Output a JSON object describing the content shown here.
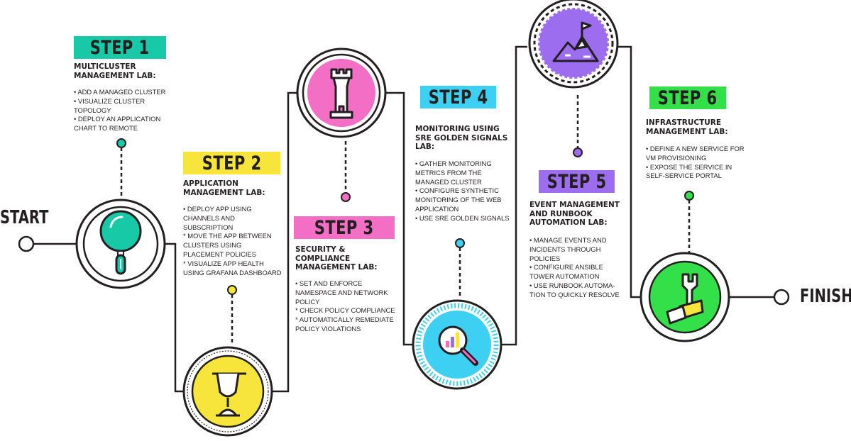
{
  "colors": {
    "line": "#231f20",
    "teal": "#18c9a8",
    "yellow": "#f7e53c",
    "pink": "#f36fc6",
    "blue": "#3ed0f2",
    "purple": "#9d6df0",
    "green": "#34e04a"
  },
  "labels": {
    "start": "START",
    "finish": "FINISH"
  },
  "steps": [
    {
      "badge": "STEP 1",
      "color": "#18c9a8",
      "icon": "magnifier-icon",
      "title": [
        "MULTICLUSTER",
        "MANAGEMENT LAB:"
      ],
      "bullets": [
        "• ADD A MANAGED CLUSTER",
        "• VISUALIZE CLUSTER",
        "TOPOLOGY",
        "• DEPLOY AN APPLICATION",
        "CHART TO REMOTE"
      ]
    },
    {
      "badge": "STEP 2",
      "color": "#f7e53c",
      "icon": "trophy-icon",
      "title": [
        "APPLICATION",
        "MANAGEMENT LAB:"
      ],
      "bullets": [
        "• DEPLOY APP USING",
        "CHANNELS AND",
        "SUBSCRIPTION",
        "* MOVE THE APP BETWEEN",
        "CLUSTERS USING",
        "PLACEMENT POLICIES",
        "* VISUALIZE APP HEALTH",
        "USING GRAFANA DASHBOARD"
      ]
    },
    {
      "badge": "STEP 3",
      "color": "#f36fc6",
      "icon": "rook-tower-icon",
      "title": [
        "SECURITY &",
        "COMPLIANCE",
        "MANAGEMENT LAB:"
      ],
      "bullets": [
        "• SET AND ENFORCE",
        "NAMESPACE AND NETWORK",
        "POLICY",
        "* CHECK POLICY COMPLIANCE",
        "* AUTOMATICALLY REMEDIATE",
        "POLICY VIOLATIONS"
      ]
    },
    {
      "badge": "STEP 4",
      "color": "#3ed0f2",
      "icon": "chart-magnifier-icon",
      "title": [
        "MONITORING USING",
        "SRE GOLDEN SIGNALS",
        "LAB:"
      ],
      "bullets": [
        "• GATHER MONITORING",
        "METRICS FROM THE",
        "MANAGED CLUSTER",
        "• CONFIGURE SYNTHETIC",
        "MONITORING OF THE WEB",
        "APPLICATION",
        "• USE SRE GOLDEN SIGNALS"
      ]
    },
    {
      "badge": "STEP 5",
      "color": "#9d6df0",
      "icon": "mountain-flag-icon",
      "title": [
        "EVENT MANAGEMENT",
        "AND RUNBOOK",
        "AUTOMATION LAB:"
      ],
      "bullets": [
        "• MANAGE EVENTS AND",
        "INCIDENTS THROUGH",
        "POLICIES",
        "• CONFIGURE ANSIBLE",
        "TOWER AUTOMATION",
        "• USE RUNBOOK AUTOMA-",
        "TION TO QUICKLY RESOLVE"
      ]
    },
    {
      "badge": "STEP 6",
      "color": "#34e04a",
      "icon": "wrench-arm-icon",
      "title": [
        "INFRASTRUCTURE",
        "MANAGEMENT LAB:"
      ],
      "bullets": [
        "• DEFINE A NEW SERVICE FOR",
        "VM PROVISIONING",
        "• EXPOSE THE SERVICE IN",
        "SELF-SERVICE PORTAL"
      ]
    }
  ]
}
